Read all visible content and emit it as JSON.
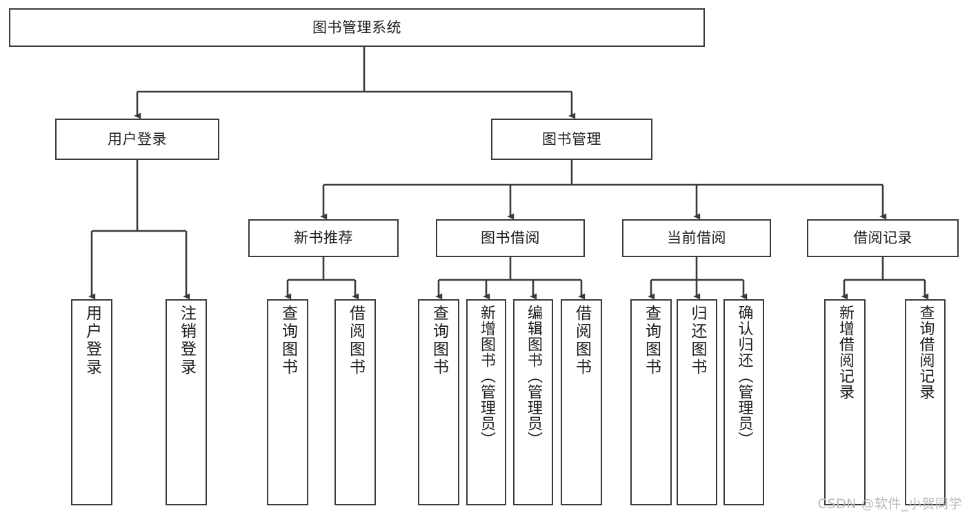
{
  "diagram": {
    "title": "图书管理系统",
    "type": "tree",
    "watermark": "CSDN @软件_小贺同学",
    "colors": {
      "box_border": "#3b3b3b",
      "box_fill": "#ffffff",
      "line": "#3b3b3b",
      "text": "#1d1d1d",
      "watermark": "#b9b9b9"
    },
    "root": {
      "id": "root",
      "label": "图书管理系统"
    },
    "level2": [
      {
        "id": "user-login",
        "label": "用户登录"
      },
      {
        "id": "book-management",
        "label": "图书管理"
      }
    ],
    "level3": [
      {
        "id": "new-book-recommend",
        "label": "新书推荐",
        "parent": "book-management"
      },
      {
        "id": "book-borrow",
        "label": "图书借阅",
        "parent": "book-management"
      },
      {
        "id": "current-borrow",
        "label": "当前借阅",
        "parent": "book-management"
      },
      {
        "id": "borrow-record",
        "label": "借阅记录",
        "parent": "book-management"
      }
    ],
    "leaves": {
      "user-login": [
        {
          "id": "leaf-user-login",
          "label": "用户登录"
        },
        {
          "id": "leaf-logout-login",
          "label": "注销登录"
        }
      ],
      "new-book-recommend": [
        {
          "id": "leaf-query-book-1",
          "label": "查询图书"
        },
        {
          "id": "leaf-borrow-book-1",
          "label": "借阅图书"
        }
      ],
      "book-borrow": [
        {
          "id": "leaf-query-book-2",
          "label": "查询图书"
        },
        {
          "id": "leaf-add-book-admin",
          "label": "新增图书（管理员）"
        },
        {
          "id": "leaf-edit-book-admin",
          "label": "编辑图书（管理员）"
        },
        {
          "id": "leaf-borrow-book-2",
          "label": "借阅图书"
        }
      ],
      "current-borrow": [
        {
          "id": "leaf-query-book-3",
          "label": "查询图书"
        },
        {
          "id": "leaf-return-book",
          "label": "归还图书"
        },
        {
          "id": "leaf-confirm-return-admin",
          "label": "确认归还（管理员）"
        }
      ],
      "borrow-record": [
        {
          "id": "leaf-add-borrow-record",
          "label": "新增借阅记录"
        },
        {
          "id": "leaf-query-borrow-record",
          "label": "查询借阅记录"
        }
      ]
    }
  }
}
